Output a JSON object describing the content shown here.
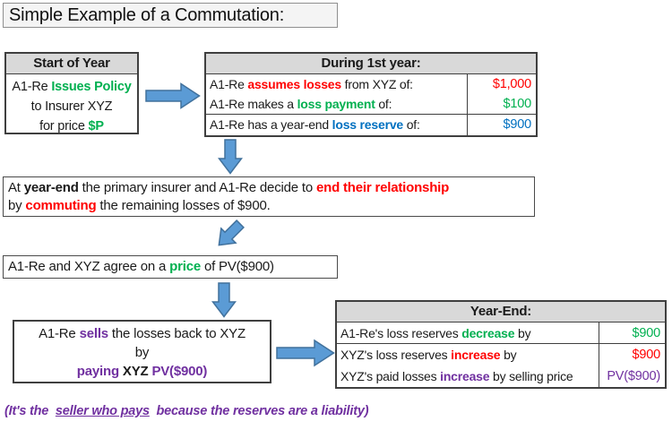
{
  "colors": {
    "black": "#1a1a1a",
    "red": "#ff0000",
    "green": "#00b050",
    "blue": "#0070c0",
    "purple": "#7030a0",
    "arrow_fill": "#5b9bd5",
    "arrow_border": "#41719c",
    "header_bg": "#d9d9d9"
  },
  "title": "Simple Example of a Commutation:",
  "start_box": {
    "header": "Start of Year",
    "lines": [
      [
        {
          "t": "A1-Re "
        },
        {
          "t": "Issues Policy",
          "c": "green",
          "b": 1
        }
      ],
      [
        {
          "t": "to Insurer XYZ"
        }
      ],
      [
        {
          "t": "for price "
        },
        {
          "t": "$P",
          "c": "green",
          "b": 1
        }
      ]
    ]
  },
  "during_table": {
    "header": "During 1st year:",
    "rows": [
      {
        "label": [
          {
            "t": "A1-Re "
          },
          {
            "t": "assumes losses",
            "c": "red",
            "b": 1
          },
          {
            "t": " from XYZ of:"
          }
        ],
        "value": "$1,000",
        "value_color": "red"
      },
      {
        "label": [
          {
            "t": "A1-Re makes a "
          },
          {
            "t": "loss payment",
            "c": "green",
            "b": 1
          },
          {
            "t": " of:"
          }
        ],
        "value": "$100",
        "value_color": "green"
      },
      {
        "label": [
          {
            "t": "A1-Re has a year-end "
          },
          {
            "t": "loss reserve",
            "c": "blue",
            "b": 1
          },
          {
            "t": " of:"
          }
        ],
        "value": "$900",
        "value_color": "blue"
      }
    ]
  },
  "yearend_note": {
    "lines": [
      [
        {
          "t": "At "
        },
        {
          "t": "year-end",
          "b": 1
        },
        {
          "t": " the primary insurer and A1-Re decide to "
        },
        {
          "t": "end their relationship",
          "c": "red",
          "b": 1
        }
      ],
      [
        {
          "t": "by "
        },
        {
          "t": "commuting",
          "c": "red",
          "b": 1
        },
        {
          "t": " the remaining losses of $900."
        }
      ]
    ]
  },
  "agree_box": {
    "line": [
      {
        "t": "A1-Re and XYZ agree on a "
      },
      {
        "t": "price",
        "c": "green",
        "b": 1
      },
      {
        "t": " of PV($900)"
      }
    ]
  },
  "sells_box": {
    "lines": [
      [
        {
          "t": "A1-Re "
        },
        {
          "t": "sells",
          "c": "purple",
          "b": 1
        },
        {
          "t": " the losses back to XYZ"
        }
      ],
      [
        {
          "t": "by"
        }
      ],
      [
        {
          "t": "paying",
          "c": "purple",
          "b": 1
        },
        {
          "t": " XYZ ",
          "b": 1
        },
        {
          "t": "PV($900)",
          "c": "purple",
          "b": 1
        }
      ]
    ]
  },
  "yearend_table": {
    "header": "Year-End:",
    "rows": [
      {
        "label": [
          {
            "t": "A1-Re's loss reserves "
          },
          {
            "t": "decrease",
            "c": "green",
            "b": 1
          },
          {
            "t": " by"
          }
        ],
        "value": "$900",
        "value_color": "green"
      },
      {
        "label": [
          {
            "t": "XYZ's loss reserves "
          },
          {
            "t": "increase",
            "c": "red",
            "b": 1
          },
          {
            "t": " by"
          }
        ],
        "value": "$900",
        "value_color": "red"
      },
      {
        "label": [
          {
            "t": "XYZ's paid losses "
          },
          {
            "t": "increase",
            "c": "purple",
            "b": 1
          },
          {
            "t": " by selling price"
          }
        ],
        "value": "PV($900)",
        "value_color": "purple"
      }
    ]
  },
  "footnote": [
    {
      "t": "(It's the  ",
      "c": "purple",
      "b": 1,
      "i": 1
    },
    {
      "t": "seller who pays",
      "c": "purple",
      "b": 1,
      "i": 1,
      "u": 1
    },
    {
      "t": "  because the reserves are a liability)",
      "c": "purple",
      "b": 1,
      "i": 1
    }
  ]
}
